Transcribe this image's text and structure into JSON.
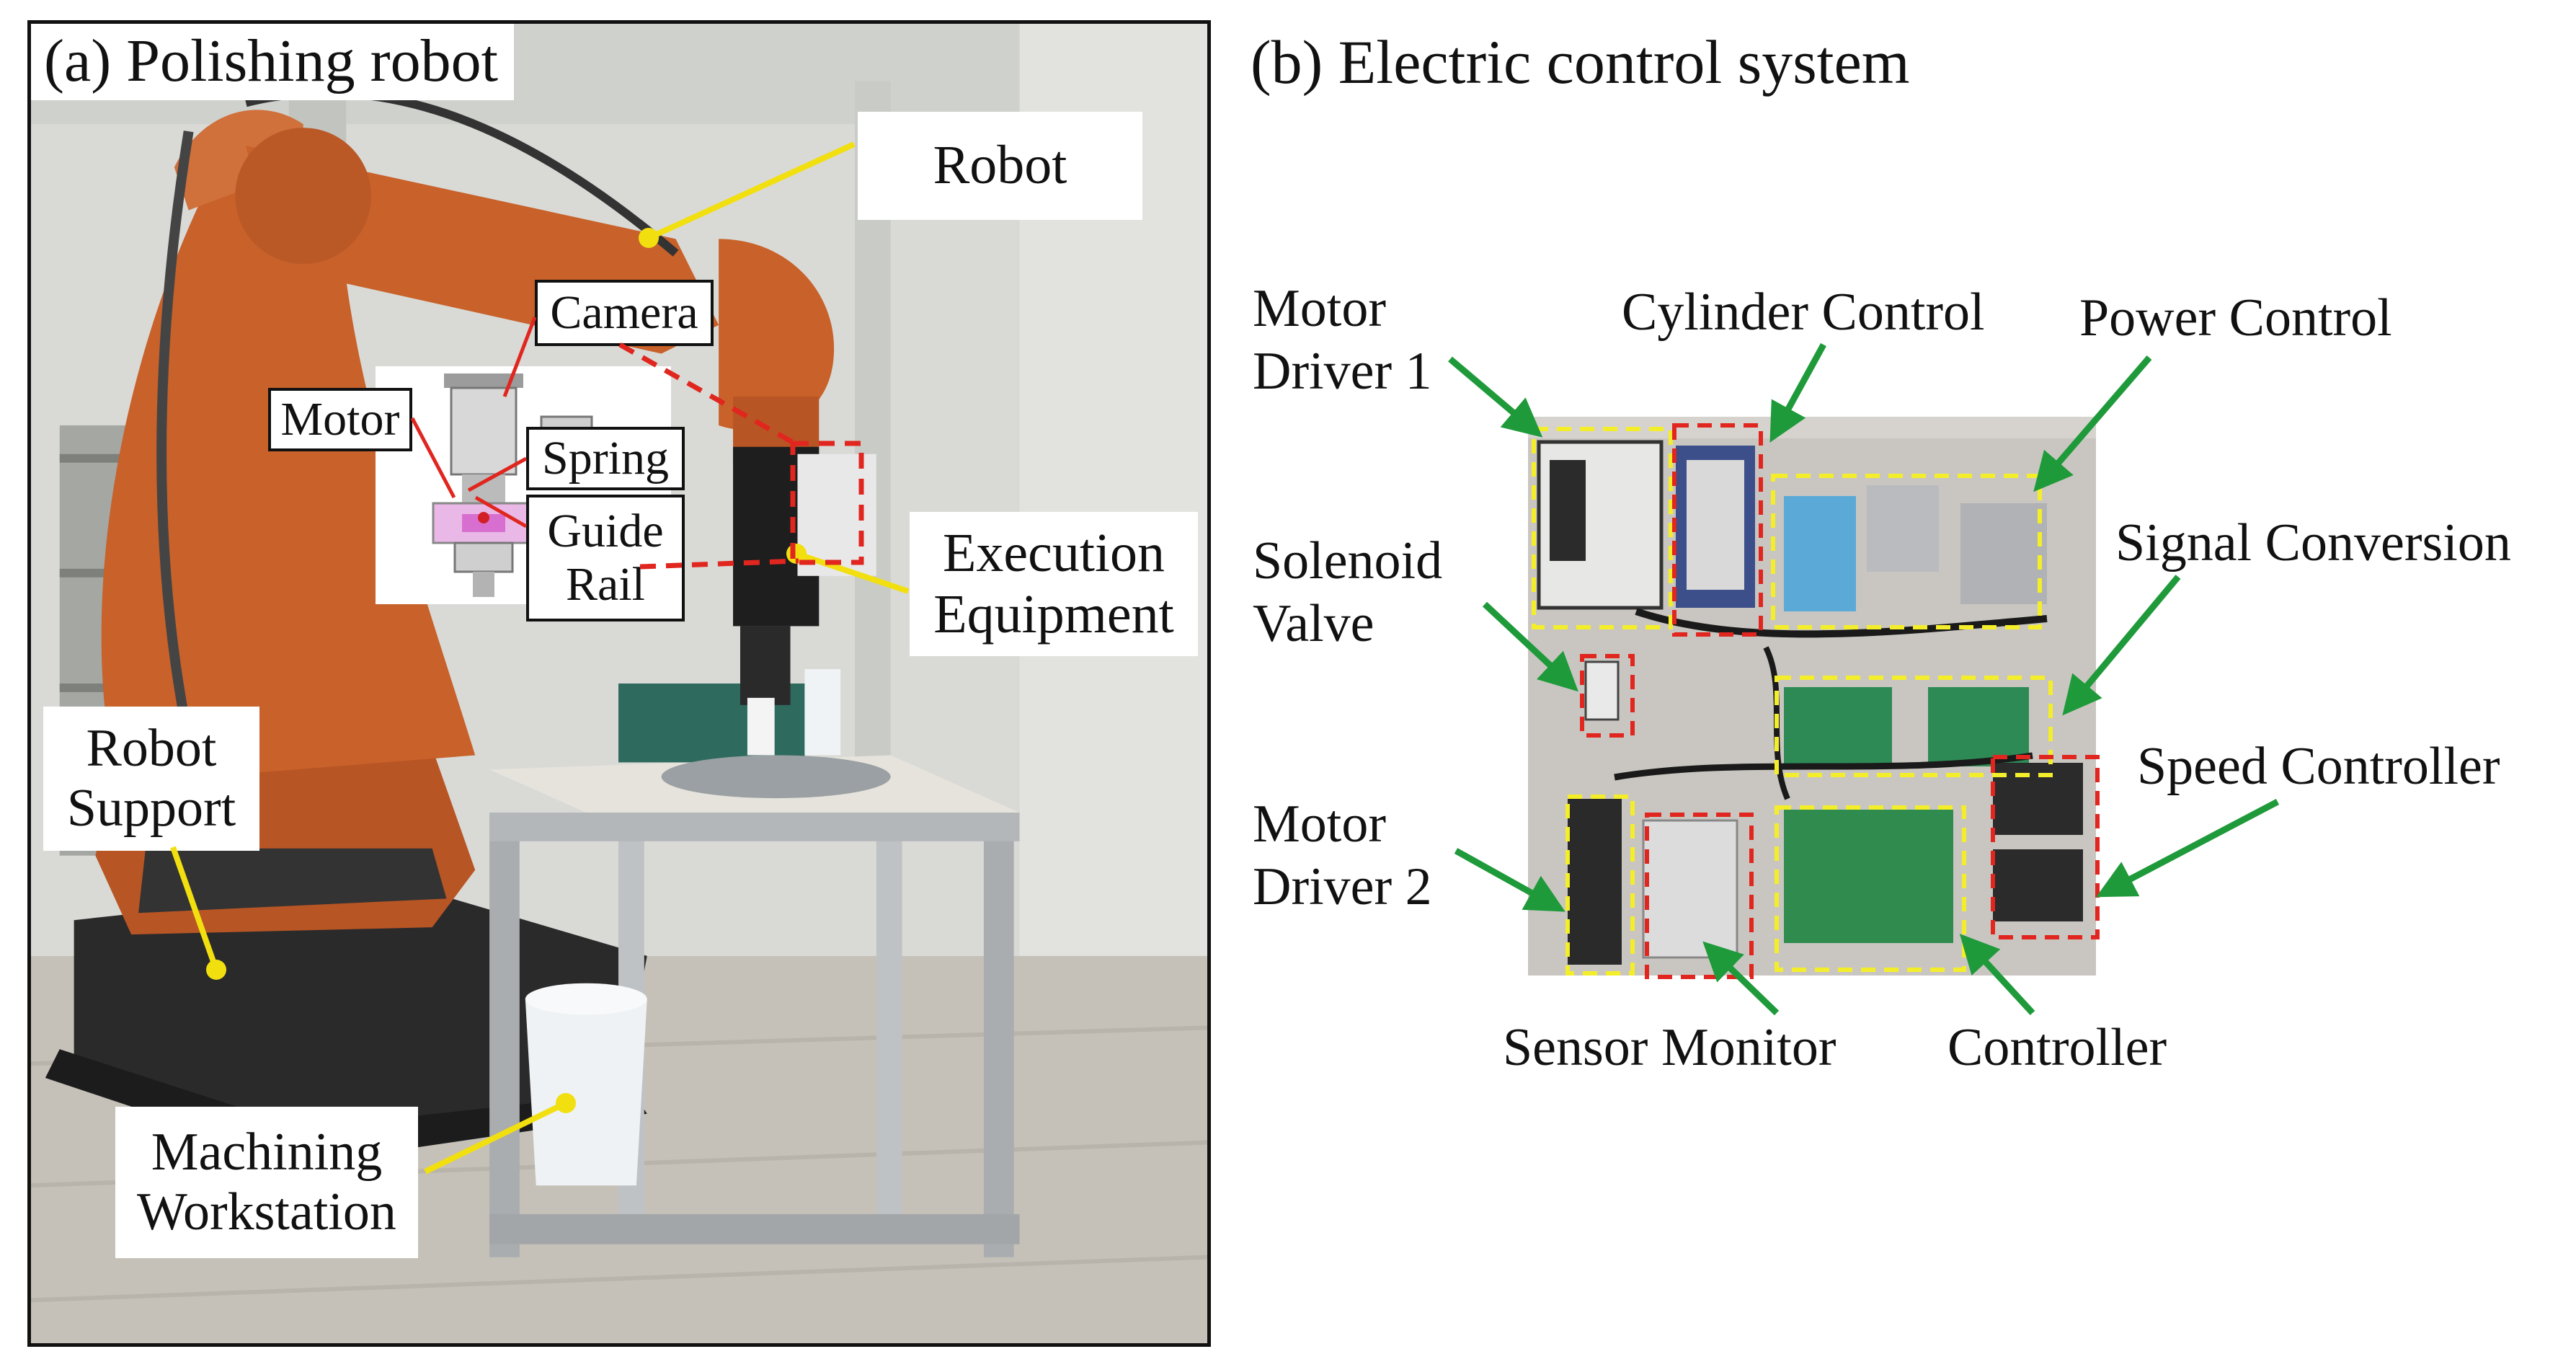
{
  "panel_a": {
    "title": "(a) Polishing robot",
    "labels": {
      "robot": "Robot",
      "camera": "Camera",
      "motor": "Motor",
      "spring": "Spring",
      "guide_line1": "Guide",
      "guide_line2": "Rail",
      "execution_line1": "Execution",
      "execution_line2": "Equipment",
      "support_line1": "Robot",
      "support_line2": "Support",
      "workstation_line1": "Machining",
      "workstation_line2": "Workstation"
    }
  },
  "panel_b": {
    "title": "(b) Electric control system",
    "labels": {
      "motor_driver1_line1": "Motor",
      "motor_driver1_line2": "Driver 1",
      "cylinder_control": "Cylinder Control",
      "power_control": "Power Control",
      "solenoid_line1": "Solenoid",
      "solenoid_line2": "Valve",
      "signal_conversion": "Signal Conversion",
      "speed_controller": "Speed Controller",
      "motor_driver2_line1": "Motor",
      "motor_driver2_line2": "Driver 2",
      "sensor_monitor": "Sensor Monitor",
      "controller": "Controller"
    }
  },
  "colors": {
    "leader_yellow": "#f2df10",
    "arrow_green": "#1f9a3a",
    "dash_yellow": "#f4ee2a",
    "dash_red": "#e0261e",
    "robot_orange": "#c8612a",
    "board_gray": "#c8c5c0"
  }
}
